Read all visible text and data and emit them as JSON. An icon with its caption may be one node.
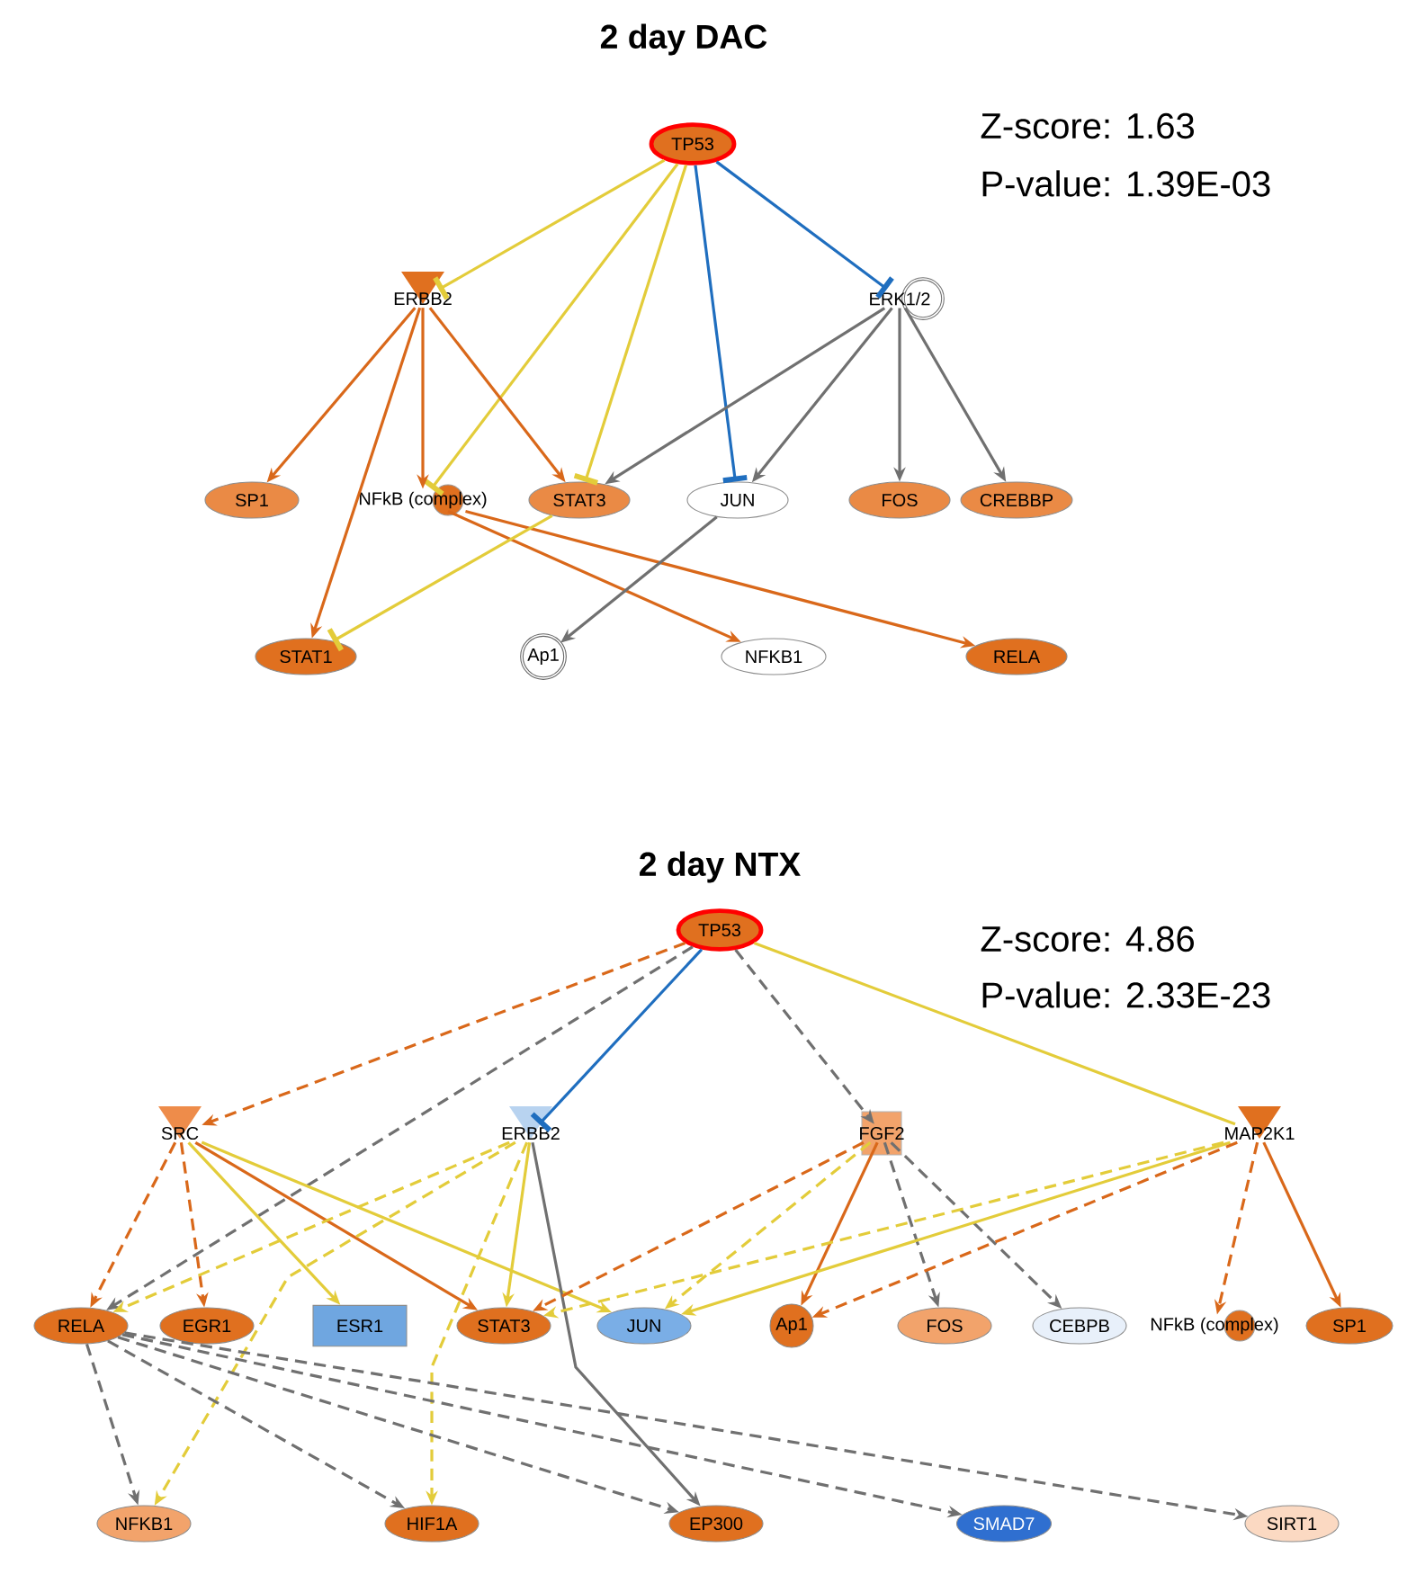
{
  "diagram": {
    "nodes": [
      {
        "text": [
          "TP53"
        ]
      },
      {
        "text": [
          "ERBB2"
        ]
      },
      {
        "text": [
          "ERK1/2"
        ]
      },
      {
        "text": [
          "SP1"
        ]
      },
      {
        "text": [
          "NFkB (complex)"
        ]
      },
      {
        "text": [
          "STAT3"
        ]
      },
      {
        "text": [
          "JUN"
        ]
      },
      {
        "text": [
          "FOS"
        ]
      },
      {
        "text": [
          "CREBBP"
        ]
      },
      {
        "text": [
          "STAT1"
        ]
      },
      {
        "text": [
          "Ap1"
        ]
      },
      {
        "text": [
          "NFKB1"
        ]
      },
      {
        "text": [
          "RELA"
        ]
      },
      {
        "text": [
          "TP53"
        ]
      },
      {
        "text": [
          "SRC"
        ]
      },
      {
        "text": [
          "ERBB2"
        ]
      },
      {
        "text": [
          "FGF2"
        ]
      },
      {
        "text": [
          "MAP2K1"
        ]
      },
      {
        "text": [
          "RELA"
        ]
      },
      {
        "text": [
          "EGR1"
        ]
      },
      {
        "text": [
          "ESR1"
        ]
      },
      {
        "text": [
          "STAT3"
        ]
      },
      {
        "text": [
          "JUN"
        ]
      },
      {
        "text": [
          "Ap1"
        ]
      },
      {
        "text": [
          "FOS"
        ]
      },
      {
        "text": [
          "CEBPB"
        ]
      },
      {
        "text": [
          "NFkB (complex)"
        ]
      },
      {
        "text": [
          "SP1"
        ]
      },
      {
        "text": [
          "NFKB1"
        ]
      },
      {
        "text": [
          "HIF1A"
        ]
      },
      {
        "text": [
          "EP300"
        ]
      },
      {
        "text": [
          "SMAD7"
        ]
      },
      {
        "text": [
          "SIRT1"
        ]
      }
    ],
    "edges": [
      {
        "from": 0,
        "to": 1,
        "arrow": "other",
        "color": "#e3cc3a"
      },
      {
        "from": 0,
        "to": 4,
        "arrow": "other",
        "color": "#e3cc3a"
      },
      {
        "from": 0,
        "to": 5,
        "arrow": "other",
        "color": "#e3cc3a"
      },
      {
        "from": 0,
        "to": 6,
        "arrow": "other",
        "color": "#1f6ebf"
      },
      {
        "from": 0,
        "to": 2,
        "arrow": "other",
        "color": "#1f6ebf"
      },
      {
        "from": 1,
        "to": 3,
        "arrow": "to",
        "color": "#d9681a"
      },
      {
        "from": 1,
        "to": 4,
        "arrow": "to",
        "color": "#d9681a"
      },
      {
        "from": 1,
        "to": 9,
        "arrow": "to",
        "color": "#d9681a"
      },
      {
        "from": 1,
        "to": 5,
        "arrow": "to",
        "color": "#d9681a"
      },
      {
        "from": 2,
        "to": 5,
        "arrow": "to",
        "color": "#707070"
      },
      {
        "from": 2,
        "to": 6,
        "arrow": "to",
        "color": "#707070"
      },
      {
        "from": 2,
        "to": 7,
        "arrow": "to",
        "color": "#707070"
      },
      {
        "from": 2,
        "to": 8,
        "arrow": "to",
        "color": "#707070"
      },
      {
        "from": 4,
        "to": 11,
        "arrow": "to",
        "color": "#d9681a"
      },
      {
        "from": 4,
        "to": 12,
        "arrow": "to",
        "color": "#d9681a"
      },
      {
        "from": 5,
        "to": 9,
        "arrow": "other",
        "color": "#e3cc3a"
      },
      {
        "from": 6,
        "to": 10,
        "arrow": "to",
        "color": "#707070"
      },
      {
        "from": 13,
        "to": 14,
        "arrow": "to",
        "style": "dashed",
        "color": "#d9681a"
      },
      {
        "from": 13,
        "to": 18,
        "arrow": "to",
        "style": "dashed",
        "color": "#707070"
      },
      {
        "from": 13,
        "to": 15,
        "arrow": "other",
        "color": "#1f6ebf"
      },
      {
        "from": 13,
        "to": 16,
        "arrow": "to",
        "style": "dashed",
        "color": "#707070"
      },
      {
        "from": 13,
        "to": 17,
        "arrow": "none",
        "color": "#e3cc3a"
      },
      {
        "from": 14,
        "to": 18,
        "arrow": "to",
        "style": "dashed",
        "color": "#d9681a"
      },
      {
        "from": 14,
        "to": 19,
        "arrow": "to",
        "style": "dashed",
        "color": "#d9681a"
      },
      {
        "from": 14,
        "to": 20,
        "arrow": "to",
        "color": "#e3cc3a"
      },
      {
        "from": 14,
        "to": 21,
        "arrow": "to",
        "color": "#d9681a"
      },
      {
        "from": 14,
        "to": 22,
        "arrow": "to",
        "color": "#e3cc3a"
      },
      {
        "from": 15,
        "to": 18,
        "arrow": "to",
        "style": "dashed",
        "color": "#e3cc3a"
      },
      {
        "from": 15,
        "to": 28,
        "arrow": "to",
        "style": "dashed",
        "color": "#e3cc3a"
      },
      {
        "from": 15,
        "to": 21,
        "arrow": "to",
        "color": "#e3cc3a"
      },
      {
        "from": 15,
        "to": 29,
        "arrow": "to",
        "style": "dashed",
        "color": "#e3cc3a"
      },
      {
        "from": 15,
        "to": 30,
        "arrow": "to",
        "color": "#707070"
      },
      {
        "from": 16,
        "to": 21,
        "arrow": "to",
        "style": "dashed",
        "color": "#d9681a"
      },
      {
        "from": 16,
        "to": 22,
        "arrow": "to",
        "style": "dashed",
        "color": "#e3cc3a"
      },
      {
        "from": 16,
        "to": 23,
        "arrow": "to",
        "color": "#d9681a"
      },
      {
        "from": 16,
        "to": 24,
        "arrow": "to",
        "style": "dashed",
        "color": "#707070"
      },
      {
        "from": 16,
        "to": 25,
        "arrow": "to",
        "style": "dashed",
        "color": "#707070"
      },
      {
        "from": 17,
        "to": 21,
        "arrow": "to",
        "style": "dashed",
        "color": "#e3cc3a"
      },
      {
        "from": 17,
        "to": 22,
        "arrow": "to",
        "color": "#e3cc3a"
      },
      {
        "from": 17,
        "to": 23,
        "arrow": "to",
        "style": "dashed",
        "color": "#d9681a"
      },
      {
        "from": 17,
        "to": 26,
        "arrow": "to",
        "style": "dashed",
        "color": "#d9681a"
      },
      {
        "from": 17,
        "to": 27,
        "arrow": "to",
        "color": "#d9681a"
      },
      {
        "from": 18,
        "to": 28,
        "arrow": "to",
        "style": "dashed",
        "color": "#707070"
      },
      {
        "from": 18,
        "to": 29,
        "arrow": "to",
        "style": "dashed",
        "color": "#707070"
      },
      {
        "from": 18,
        "to": 30,
        "arrow": "to",
        "style": "dashed",
        "color": "#707070"
      },
      {
        "from": 18,
        "to": 31,
        "arrow": "to",
        "style": "dashed",
        "color": "#707070"
      },
      {
        "from": 18,
        "to": 32,
        "arrow": "to",
        "style": "dashed",
        "color": "#707070"
      }
    ],
    "labels": [
      "2 day DAC",
      "Z-score: 1.63",
      "P-value: 1.39E-03",
      "2 day NTX",
      "Z-score: 4.86",
      "P-value: 2.33E-23"
    ]
  }
}
